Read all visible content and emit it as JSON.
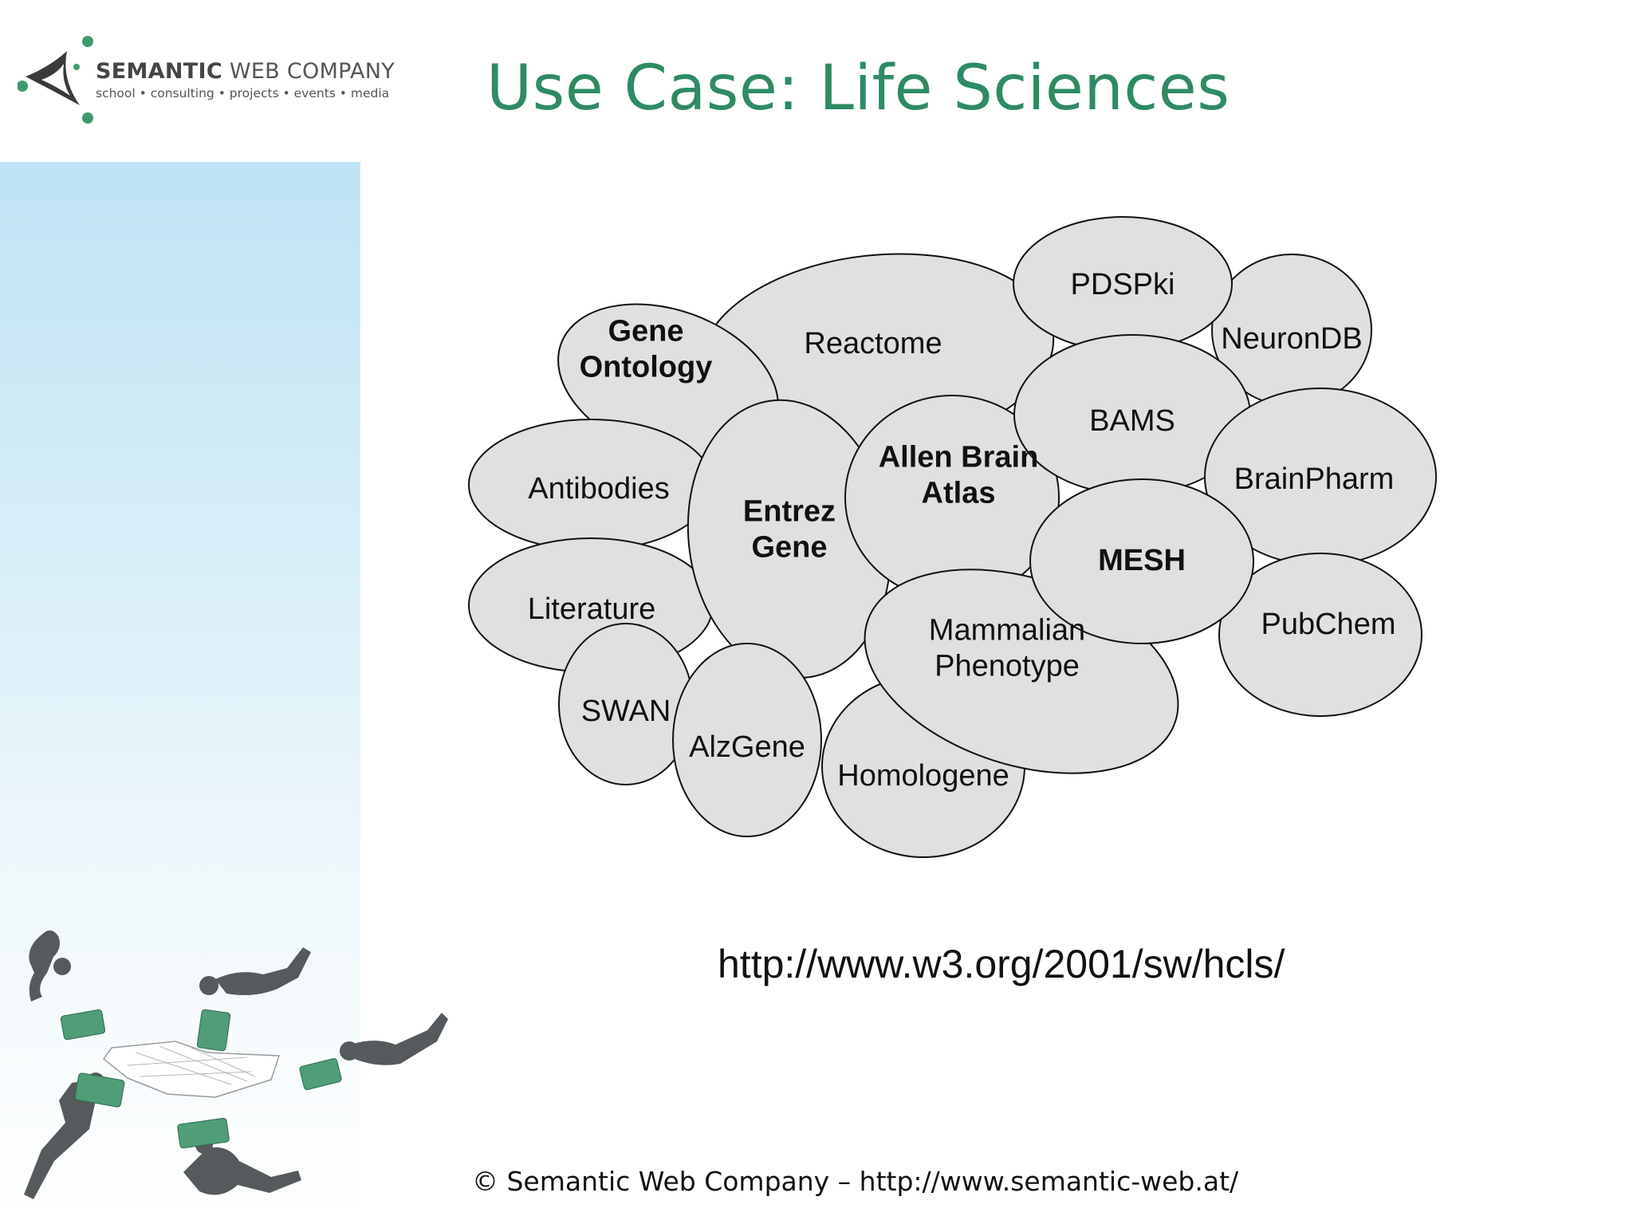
{
  "logo": {
    "name_bold": "SEMANTIC",
    "name_rest": " WEB COMPANY",
    "tagline": "school • consulting • projects • events • media"
  },
  "title": "Use Case: Life Sciences",
  "bubbles": [
    {
      "id": "pdspki",
      "label_lines": [
        "PDSPki"
      ],
      "bold": false
    },
    {
      "id": "neurondb",
      "label_lines": [
        "NeuronDB"
      ],
      "bold": false
    },
    {
      "id": "reactome",
      "label_lines": [
        "Reactome"
      ],
      "bold": false
    },
    {
      "id": "gene-ontology",
      "label_lines": [
        "Gene",
        "Ontology"
      ],
      "bold": true
    },
    {
      "id": "bams",
      "label_lines": [
        "BAMS"
      ],
      "bold": false
    },
    {
      "id": "brainpharm",
      "label_lines": [
        "BrainPharm"
      ],
      "bold": false
    },
    {
      "id": "antibodies",
      "label_lines": [
        "Antibodies"
      ],
      "bold": false
    },
    {
      "id": "allen-brain-atlas",
      "label_lines": [
        "Allen Brain",
        "Atlas"
      ],
      "bold": true
    },
    {
      "id": "entrez-gene",
      "label_lines": [
        "Entrez",
        "Gene"
      ],
      "bold": true
    },
    {
      "id": "mesh",
      "label_lines": [
        "MESH"
      ],
      "bold": true
    },
    {
      "id": "literature",
      "label_lines": [
        "Literature"
      ],
      "bold": false
    },
    {
      "id": "pubchem",
      "label_lines": [
        "PubChem"
      ],
      "bold": false
    },
    {
      "id": "mammalian-phenotype",
      "label_lines": [
        "Mammalian",
        "Phenotype"
      ],
      "bold": false
    },
    {
      "id": "swan",
      "label_lines": [
        "SWAN"
      ],
      "bold": false
    },
    {
      "id": "alzgene",
      "label_lines": [
        "AlzGene"
      ],
      "bold": false
    },
    {
      "id": "homologene",
      "label_lines": [
        "Homologene"
      ],
      "bold": false
    }
  ],
  "url": "http://www.w3.org/2001/sw/hcls/",
  "footer": "© Semantic Web Company – http://www.semantic-web.at/"
}
